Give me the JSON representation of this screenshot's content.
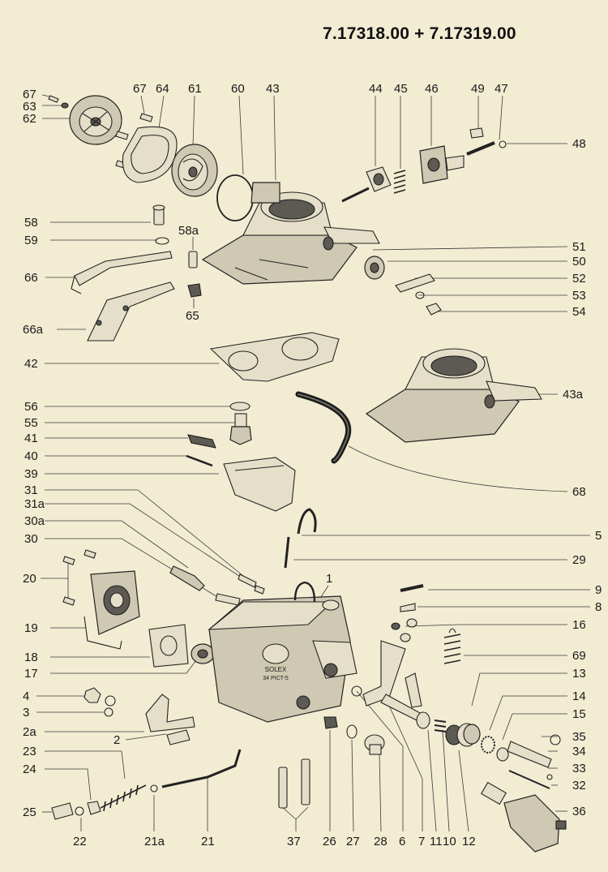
{
  "header": {
    "part_numbers": "7.17318.00  +  7.17319.00"
  },
  "callouts": {
    "c67a": "67",
    "c63": "63",
    "c62": "62",
    "c67b": "67",
    "c64": "64",
    "c61": "61",
    "c60": "60",
    "c43": "43",
    "c44": "44",
    "c45": "45",
    "c46": "46",
    "c49": "49",
    "c47": "47",
    "c48": "48",
    "c58": "58",
    "c59": "59",
    "c58a": "58a",
    "c66": "66",
    "c65": "65",
    "c66a": "66a",
    "c51": "51",
    "c50": "50",
    "c52": "52",
    "c53": "53",
    "c54": "54",
    "c42": "42",
    "c43a": "43a",
    "c56": "56",
    "c55": "55",
    "c41": "41",
    "c40": "40",
    "c39": "39",
    "c68": "68",
    "c31": "31",
    "c31a": "31a",
    "c30a": "30a",
    "c30": "30",
    "c5": "5",
    "c29": "29",
    "c20": "20",
    "c1": "1",
    "c9": "9",
    "c8": "8",
    "c16": "16",
    "c19": "19",
    "c18": "18",
    "c69": "69",
    "c17": "17",
    "c13": "13",
    "c4": "4",
    "c14": "14",
    "c3": "3",
    "c15": "15",
    "c2a": "2a",
    "c2": "2",
    "c35": "35",
    "c34": "34",
    "c23": "23",
    "c33": "33",
    "c24": "24",
    "c32": "32",
    "c25": "25",
    "c36": "36",
    "c22": "22",
    "c21a": "21a",
    "c21": "21",
    "c37": "37",
    "c26": "26",
    "c27": "27",
    "c28": "28",
    "c6": "6",
    "c7": "7",
    "c11": "11",
    "c10": "10",
    "c12": "12"
  },
  "body_stamp": {
    "line1": "SOLEX",
    "line2": "34 PICT-5"
  }
}
